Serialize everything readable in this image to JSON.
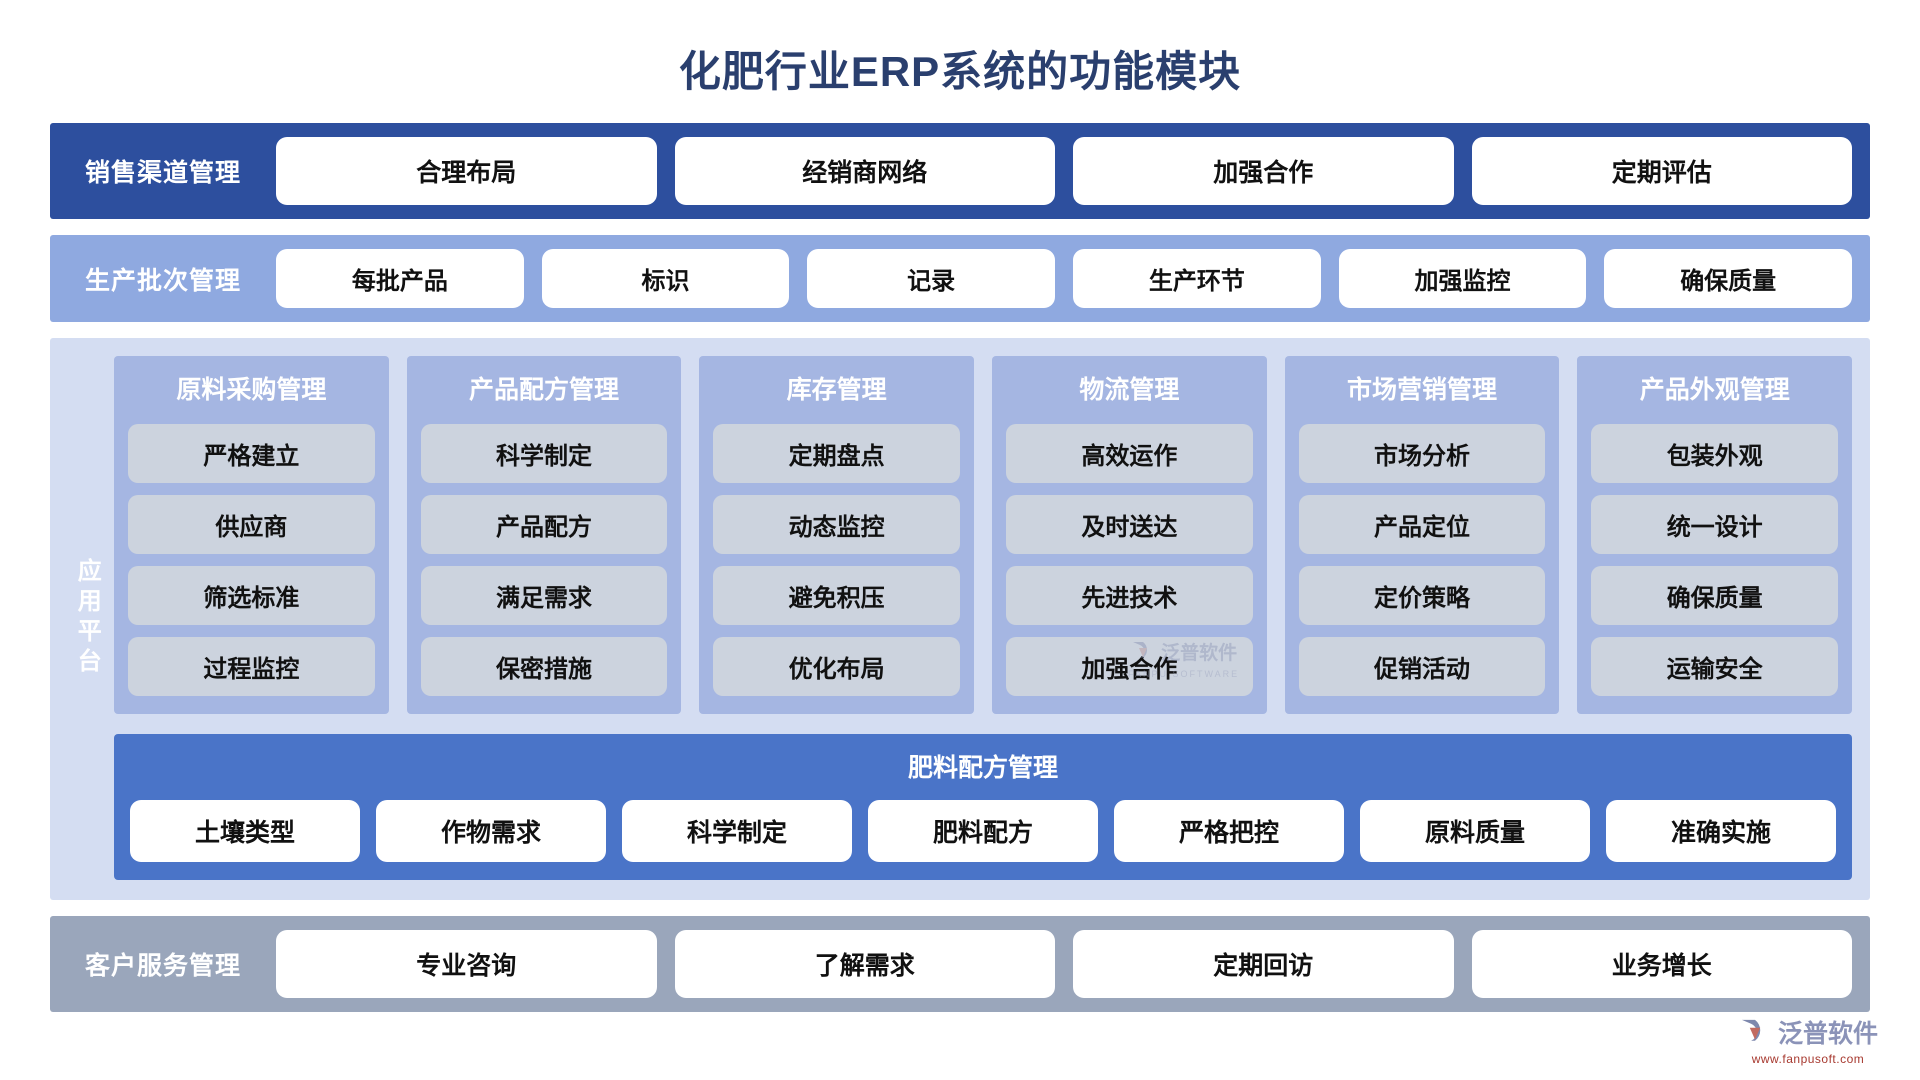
{
  "title": "化肥行业ERP系统的功能模块",
  "colors": {
    "title_text": "#2a3f6e",
    "sales_band": "#2d4f9e",
    "batch_band": "#8fa9e0",
    "platform_bg": "#d4ddf2",
    "column_bg": "#a5b6e2",
    "column_item_bg": "#ccd3de",
    "formula_band": "#4a74c8",
    "service_band": "#9aa6bb"
  },
  "sales_row": {
    "label": "销售渠道管理",
    "items": [
      "合理布局",
      "经销商网络",
      "加强合作",
      "定期评估"
    ]
  },
  "batch_row": {
    "label": "生产批次管理",
    "items": [
      "每批产品",
      "标识",
      "记录",
      "生产环节",
      "加强监控",
      "确保质量"
    ]
  },
  "platform": {
    "label": "应用平台",
    "columns": [
      {
        "title": "原料采购管理",
        "items": [
          "严格建立",
          "供应商",
          "筛选标准",
          "过程监控"
        ]
      },
      {
        "title": "产品配方管理",
        "items": [
          "科学制定",
          "产品配方",
          "满足需求",
          "保密措施"
        ]
      },
      {
        "title": "库存管理",
        "items": [
          "定期盘点",
          "动态监控",
          "避免积压",
          "优化布局"
        ]
      },
      {
        "title": "物流管理",
        "items": [
          "高效运作",
          "及时送达",
          "先进技术",
          "加强合作"
        ]
      },
      {
        "title": "市场营销管理",
        "items": [
          "市场分析",
          "产品定位",
          "定价策略",
          "促销活动"
        ]
      },
      {
        "title": "产品外观管理",
        "items": [
          "包装外观",
          "统一设计",
          "确保质量",
          "运输安全"
        ]
      }
    ],
    "formula": {
      "title": "肥料配方管理",
      "items": [
        "土壤类型",
        "作物需求",
        "科学制定",
        "肥料配方",
        "严格把控",
        "原料质量",
        "准确实施"
      ]
    }
  },
  "service_row": {
    "label": "客户服务管理",
    "items": [
      "专业咨询",
      "了解需求",
      "定期回访",
      "业务增长"
    ]
  },
  "watermark_center": {
    "text": "泛普软件",
    "sub": "FANPU SOFTWARE"
  },
  "logo_bottom": {
    "text": "泛普软件",
    "sub": "www.fanpusoft.com"
  }
}
